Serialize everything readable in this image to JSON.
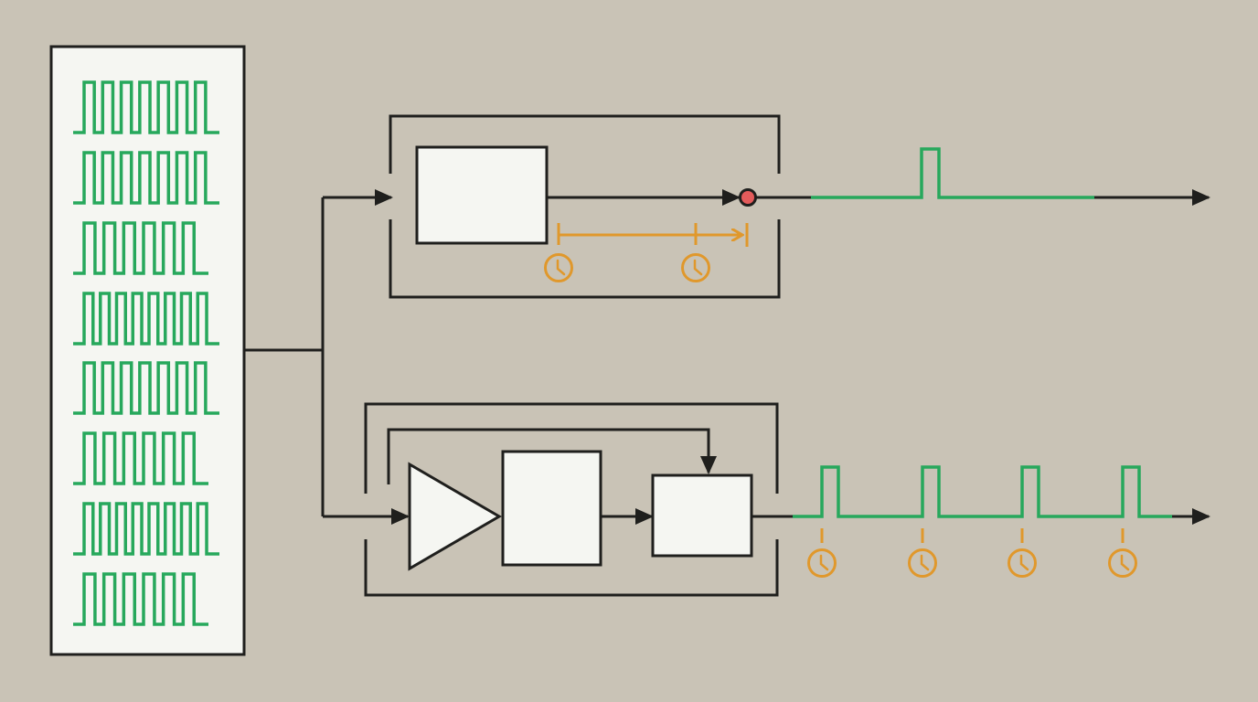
{
  "colors": {
    "background": "#c9c3b6",
    "line": "#1f1f1d",
    "block_fill": "#f5f6f2",
    "signal": "#27a85c",
    "timing": "#e0982c",
    "marker": "#e35b5b"
  },
  "input_bank": {
    "trains": [
      {
        "pulses": 7
      },
      {
        "pulses": 7
      },
      {
        "pulses": 6
      },
      {
        "pulses": 8
      },
      {
        "pulses": 7
      },
      {
        "pulses": 6
      },
      {
        "pulses": 8
      },
      {
        "pulses": 6
      }
    ]
  },
  "upper_path": {
    "output_pulses": 1,
    "timing_clocks": 2,
    "icons": [
      "arrow-icon",
      "clock-icon",
      "marker-dot"
    ]
  },
  "lower_path": {
    "output_pulses": 4,
    "timing_clocks": 4,
    "icons": [
      "triangle-amplifier",
      "arrow-icon",
      "clock-icon"
    ]
  }
}
